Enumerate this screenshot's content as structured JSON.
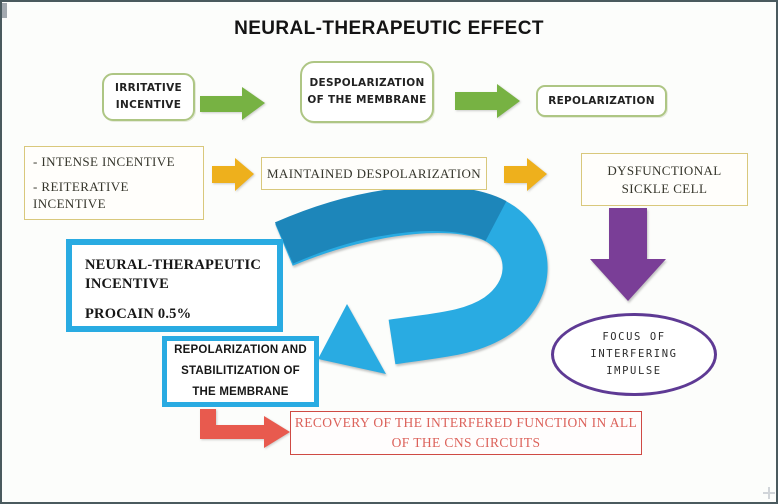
{
  "title": "NEURAL-THERAPEUTIC EFFECT",
  "flow_acute": {
    "irritative_line1": "IRRITATIVE",
    "irritative_line2": "INCENTIVE",
    "despolarization_line1": "DESPOLARIZATION",
    "despolarization_line2": "OF THE MEMBRANE",
    "repolarization": "REPOLARIZATION"
  },
  "flow_chronic": {
    "incentive_item1": "- INTENSE INCENTIVE",
    "incentive_item2": "- REITERATIVE INCENTIVE",
    "maintained": "MAINTAINED DESPOLARIZATION",
    "sickle_line1": "DYSFUNCTIONAL",
    "sickle_line2": "SICKLE CELL"
  },
  "focus_ellipse": {
    "line1": "FOCUS OF",
    "line2": "INTERFERING",
    "line3": "IMPULSE"
  },
  "therapy": {
    "neural_line1": "NEURAL-THERAPEUTIC",
    "neural_line2": "INCENTIVE",
    "neural_line3": "PROCAIN 0.5%",
    "repol_line1": "REPOLARIZATION AND",
    "repol_line2": "STABILITIZATION OF",
    "repol_line3": "THE MEMBRANE"
  },
  "recovery": {
    "line1": "RECOVERY OF THE INTERFERED FUNCTION IN ALL",
    "line2": "OF THE CNS CIRCUITS"
  },
  "colors": {
    "green_arrow": "#77b243",
    "green_box_border": "#aec684",
    "yellow_arrow": "#eeb01c",
    "yellow_box_border": "#d9c87c",
    "blue_accent": "#29abe2",
    "blue_dark": "#1d86ba",
    "purple_arrow": "#7a3e97",
    "purple_ellipse_border": "#5e3a94",
    "red_arrow": "#e85a4e",
    "red_box_border": "#cf4a44",
    "red_text": "#dc625b",
    "outer_border": "#4a5a5e"
  }
}
